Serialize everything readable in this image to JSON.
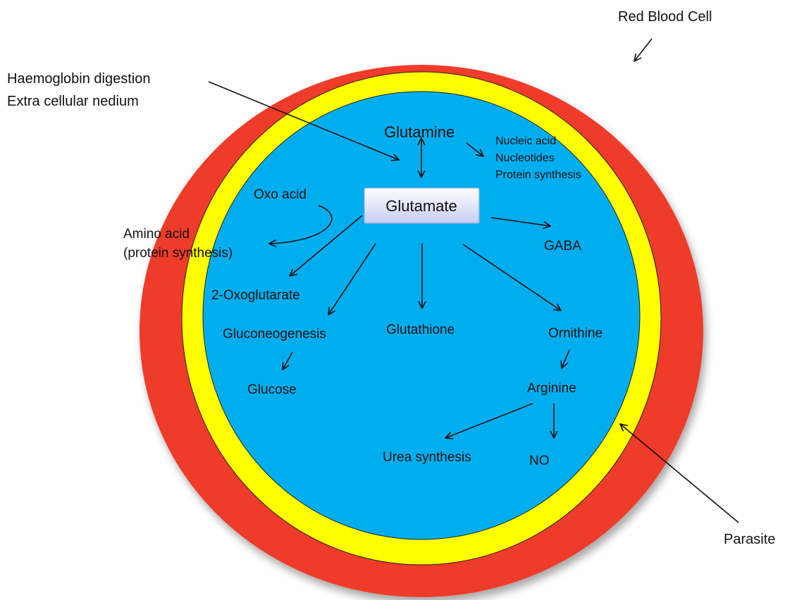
{
  "colors": {
    "rbc": "#ef3b2c",
    "membrane": "#ffff00",
    "parasite": "#00aeef",
    "box_top": "#ffffff",
    "box_bottom": "#c5cdf2",
    "arrow": "#111111"
  },
  "labels": {
    "red_blood_cell": "Red Blood Cell",
    "parasite": "Parasite",
    "source_line1": "Haemoglobin digestion",
    "source_line2": "Extra cellular nedium",
    "glutamine": "Glutamine",
    "products_line1": "Nucleic acid",
    "products_line2": "Nucleotides",
    "products_line3": "Protein synthesis",
    "glutamate": "Glutamate",
    "oxo_acid": "Oxo acid",
    "amino_acid_line1": "Amino acid",
    "amino_acid_line2": "(protein synthesis)",
    "gaba": "GABA",
    "oxoglutarate": "2-Oxoglutarate",
    "gluconeogenesis": "Gluconeogenesis",
    "glucose": "Glucose",
    "glutathione": "Glutathione",
    "ornithine": "Ornithine",
    "arginine": "Arginine",
    "urea_synthesis": "Urea synthesis",
    "no": "NO"
  }
}
